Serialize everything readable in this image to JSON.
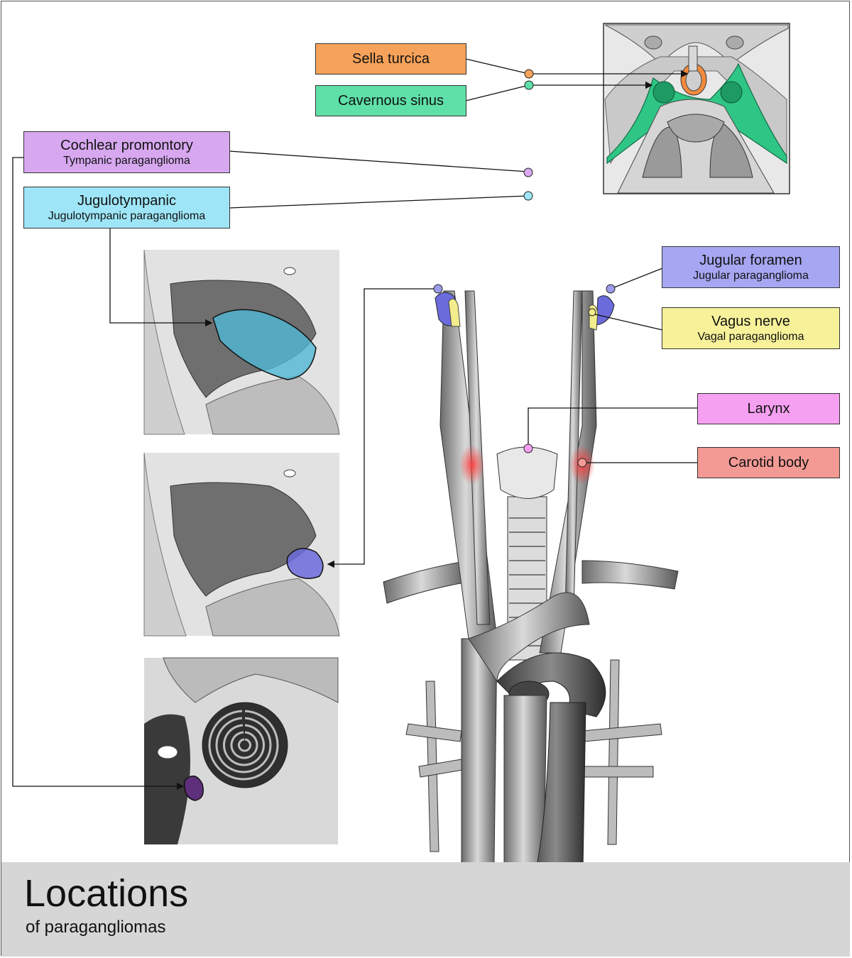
{
  "labels": {
    "sella": {
      "title": "Sella turcica",
      "color": "#f7a25a"
    },
    "cavernous": {
      "title": "Cavernous sinus",
      "color": "#5fe0a8"
    },
    "cochlear": {
      "title": "Cochlear promontory",
      "subtitle": "Tympanic paraganglioma",
      "color": "#d7a8f0"
    },
    "jugulotympanic": {
      "title": "Jugulotympanic",
      "subtitle": "Jugulotympanic paraganglioma",
      "color": "#9ee6f7"
    },
    "jugular": {
      "title": "Jugular foramen",
      "subtitle": "Jugular paraganglioma",
      "color": "#a6a6f2"
    },
    "vagus": {
      "title": "Vagus nerve",
      "subtitle": "Vagal paraganglioma",
      "color": "#f7f29a"
    },
    "larynx": {
      "title": "Larynx",
      "color": "#f6a0f2"
    },
    "carotid": {
      "title": "Carotid body",
      "color": "#f49a94"
    }
  },
  "footer": {
    "title": "Locations",
    "subtitle": "of paragangliomas"
  }
}
